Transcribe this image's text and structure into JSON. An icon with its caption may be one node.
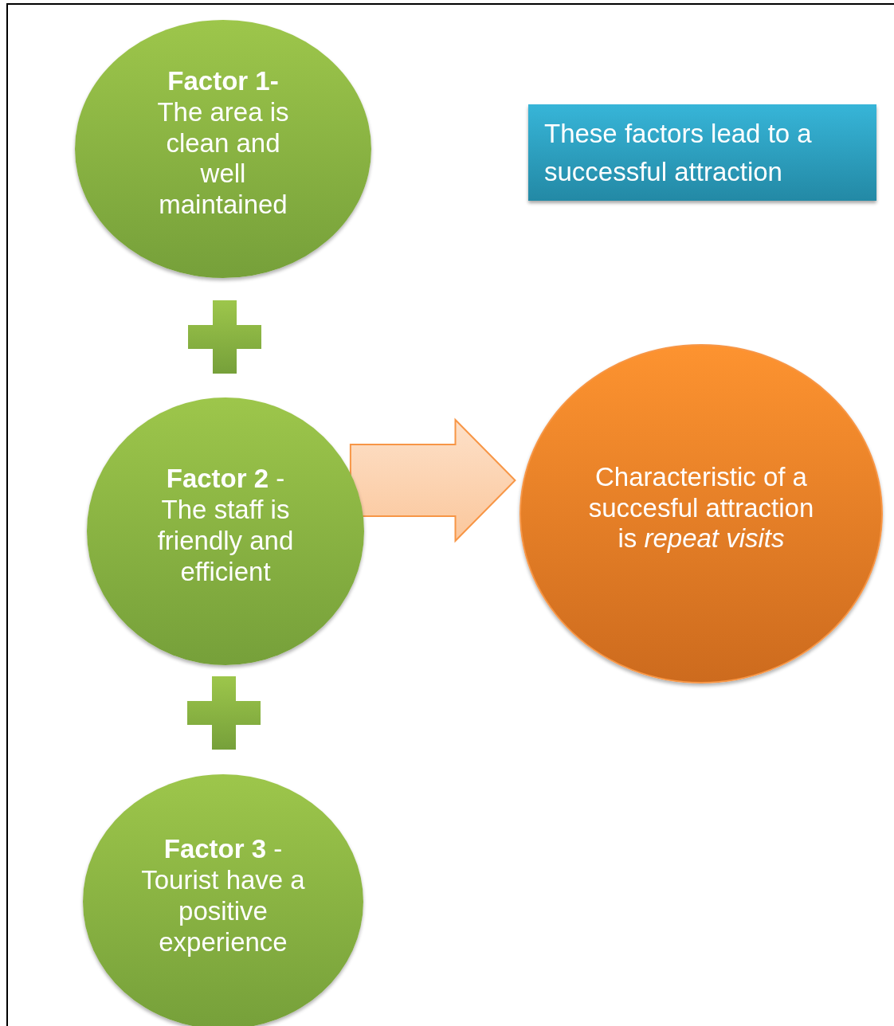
{
  "diagram": {
    "nodes": [
      {
        "text": [
          "**Factor 1-** The area is clean and well maintained"
        ]
      },
      {
        "text": [
          "**Factor 2** - The staff is friendly and efficient"
        ]
      },
      {
        "text": [
          "**Factor 3** - Tourist have a positive experience"
        ]
      },
      {
        "text": [
          "Characteristic of a succesful attraction is *repeat visits*"
        ]
      },
      {
        "text": [
          "These factors lead to a successful attraction"
        ]
      }
    ],
    "edges": [
      {
        "from": 1,
        "to": 3,
        "arrow": "to"
      }
    ]
  }
}
